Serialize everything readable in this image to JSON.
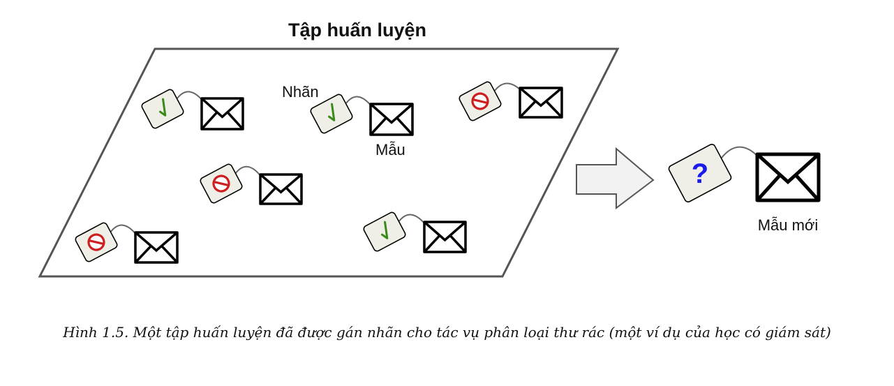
{
  "diagram": {
    "title": "Tập huấn luyện",
    "label_tag": "Nhãn",
    "label_sample": "Mẫu",
    "label_new_sample": "Mẫu mới",
    "unknown_mark": "?",
    "training_items": [
      {
        "label": "ham"
      },
      {
        "label": "ham"
      },
      {
        "label": "spam"
      },
      {
        "label": "spam"
      },
      {
        "label": "spam"
      },
      {
        "label": "ham"
      }
    ],
    "new_item": {
      "label": "unknown"
    },
    "colors": {
      "check": "#3a8a1a",
      "stop": "#cc1f1f",
      "question": "#1a1aee",
      "tag_fill": "#efefe8",
      "arrow_fill": "#f2f2f2"
    }
  },
  "caption": "Hình 1.5. Một tập huấn luyện đã được gán nhãn cho tác vụ phân loại thư rác (một ví dụ của học có giám sát)"
}
